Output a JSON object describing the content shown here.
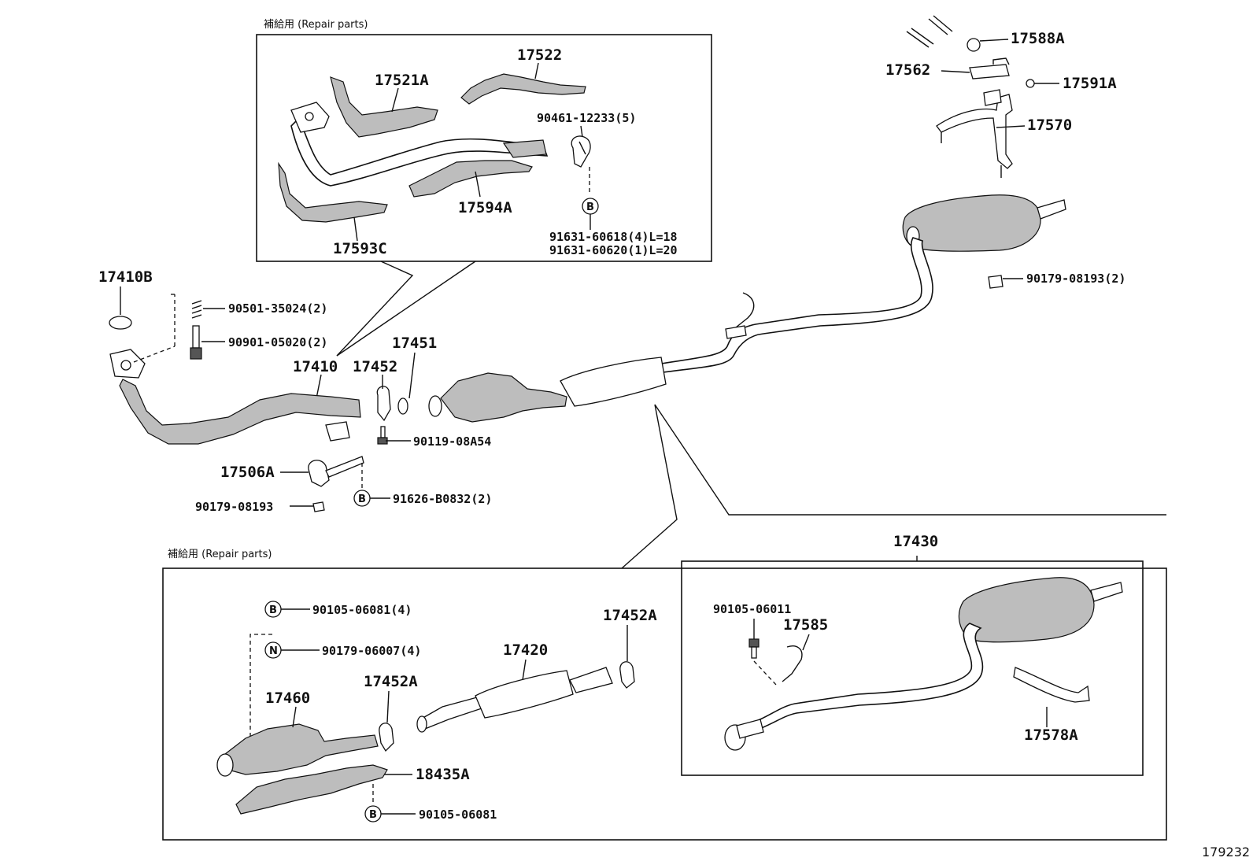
{
  "headers": {
    "top_repair": "補給用 (Repair parts)",
    "bottom_repair": "補給用 (Repair parts)"
  },
  "figure_number": "179232",
  "callouts": {
    "bolt_b": "B",
    "nut_n": "N"
  },
  "parts": {
    "p17522": "17522",
    "p17521A": "17521A",
    "p90461": "90461-12233(5)",
    "p17594A": "17594A",
    "p17593C": "17593C",
    "p91631a": "91631-60618(4)L=18",
    "p91631b": "91631-60620(1)L=20",
    "p17588A": "17588A",
    "p17562": "17562",
    "p17591A": "17591A",
    "p17570": "17570",
    "p90179_top": "90179-08193(2)",
    "p17410B": "17410B",
    "p90501": "90501-35024(2)",
    "p90901": "90901-05020(2)",
    "p17410": "17410",
    "p17452": "17452",
    "p17451": "17451",
    "p90119": "90119-08A54",
    "p17506A": "17506A",
    "p90179_mid": "90179-08193",
    "p91626": "91626-B0832(2)",
    "p90105_4": "90105-06081(4)",
    "p90179_06007": "90179-06007(4)",
    "p17452A_right": "17452A",
    "p17420": "17420",
    "p17460": "17460",
    "p17452A_left": "17452A",
    "p18435A": "18435A",
    "p90105_1": "90105-06081",
    "p17430": "17430",
    "p90105_06011": "90105-06011",
    "p17585": "17585",
    "p17578A": "17578A"
  }
}
